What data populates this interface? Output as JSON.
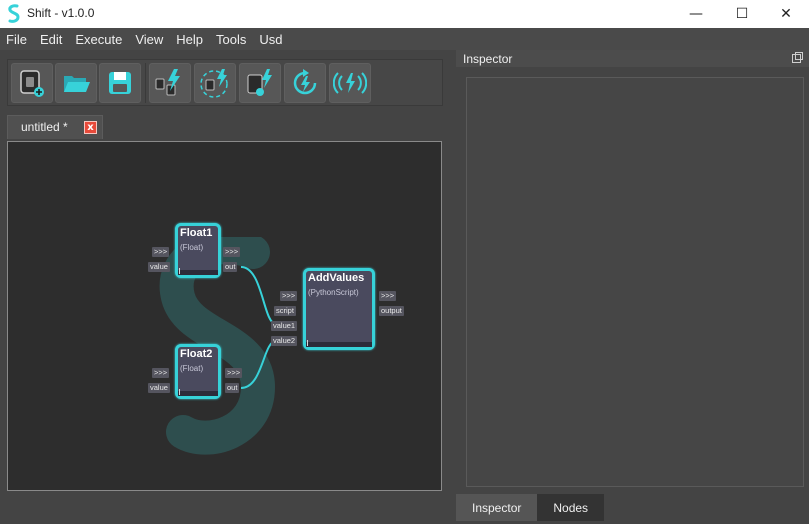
{
  "window": {
    "title": "Shift - v1.0.0",
    "controls": {
      "minimize": "—",
      "maximize": "☐",
      "close": "✕"
    }
  },
  "menu": [
    "File",
    "Edit",
    "Execute",
    "View",
    "Help",
    "Tools",
    "Usd"
  ],
  "toolbar": {
    "buttons": [
      {
        "icon": "new-file-icon"
      },
      {
        "icon": "open-folder-icon"
      },
      {
        "icon": "save-icon"
      },
      {
        "icon": "execute-graph-icon"
      },
      {
        "icon": "execute-selected-icon"
      },
      {
        "icon": "execute-info-icon"
      },
      {
        "icon": "refresh-execute-icon"
      },
      {
        "icon": "broadcast-icon"
      }
    ]
  },
  "tab": {
    "label": "untitled *",
    "close": "x"
  },
  "graph": {
    "nodes": [
      {
        "id": "float1",
        "title": "Float1",
        "type": "(Float)",
        "ports": {
          "in_exec": ">>>",
          "in": "value",
          "out_exec": ">>>",
          "out": "out"
        }
      },
      {
        "id": "float2",
        "title": "Float2",
        "type": "(Float)",
        "ports": {
          "in_exec": ">>>",
          "in": "value",
          "out_exec": ">>>",
          "out": "out"
        }
      },
      {
        "id": "addvalues",
        "title": "AddValues",
        "type": "(PythonScript)",
        "ports": {
          "in_exec": ">>>",
          "script": "script",
          "value1": "value1",
          "value2": "value2",
          "out_exec": ">>>",
          "out": "output"
        }
      }
    ],
    "connections": [
      {
        "from": "Float1.out",
        "to": "AddValues.value1"
      },
      {
        "from": "Float2.out",
        "to": "AddValues.value2"
      }
    ]
  },
  "inspector": {
    "title": "Inspector"
  },
  "bottom_tabs": [
    {
      "label": "Inspector",
      "active": true
    },
    {
      "label": "Nodes",
      "active": false
    }
  ],
  "colors": {
    "accent": "#37d2d9",
    "node_body": "#4a4a5e",
    "graph_bg": "#2d2d2d",
    "tab_close": "#e84a3a"
  }
}
